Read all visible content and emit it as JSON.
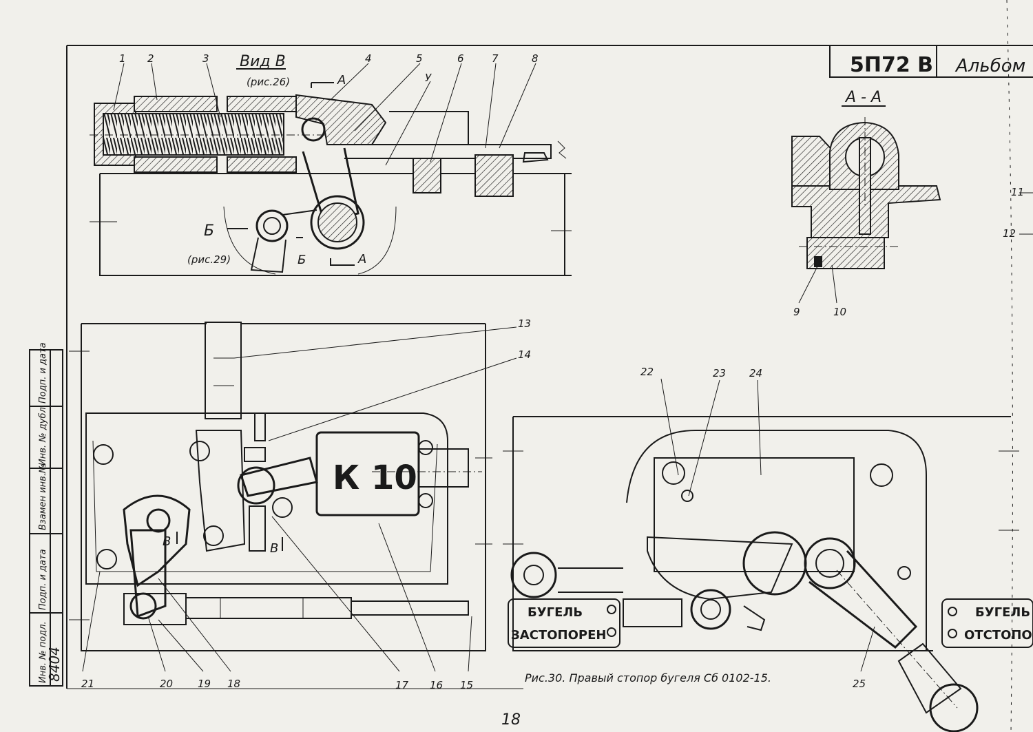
{
  "title_block": {
    "code": "5П72 В",
    "album": "Альбом"
  },
  "caption": "Рис.30. Правый стопор бугеля Сб 0102-15.",
  "page_number": "18",
  "views": {
    "vid_v": {
      "title": "Вид В",
      "ref": "(рис.26)"
    },
    "section_a": {
      "title": "А - А"
    },
    "b_ref": {
      "letter": "Б",
      "ref": "(рис.29)"
    },
    "arrow_a_top": "А",
    "arrow_a_bottom": "А",
    "b_mark": "Б",
    "v_mark_left": "В",
    "v_mark_right": "В"
  },
  "component_label": "К 10",
  "indicators": {
    "left_line1": "БУГЕЛЬ",
    "left_line2": "ЗАСТОПОРЕН",
    "right_line1": "БУГЕЛЬ",
    "right_line2": "ОТСТОПОР"
  },
  "stamp": {
    "cells": [
      "Инв. № подл.",
      "Подп. и дата",
      "Взамен инв.№",
      "Инв. № дубл.",
      "Подп. и дата"
    ],
    "inventory_number": "8404"
  },
  "parts": [
    "1",
    "2",
    "3",
    "4",
    "5",
    "6",
    "7",
    "8",
    "9",
    "10",
    "11",
    "12",
    "13",
    "14",
    "15",
    "16",
    "17",
    "18",
    "19",
    "20",
    "21",
    "22",
    "23",
    "24",
    "25",
    "У"
  ]
}
